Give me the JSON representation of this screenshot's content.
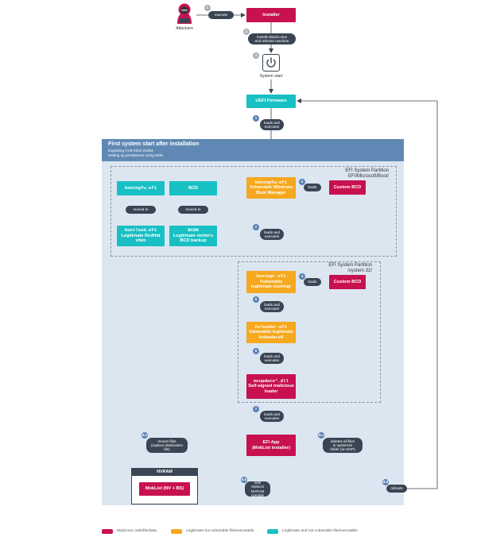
{
  "attackers": {
    "label": "Attackers"
  },
  "step_a": {
    "number": "1",
    "pill": "execute"
  },
  "installer": {
    "label": "Installer"
  },
  "step_b": {
    "number": "2",
    "pill": [
      "installs BlackLotus",
      "and reboots machine"
    ]
  },
  "step_c": {
    "number": "3"
  },
  "system_start": {
    "label": "System start"
  },
  "uefi": {
    "label": "UEFI Firmware"
  },
  "step_1": {
    "number": "1",
    "pill": [
      "loads and",
      "executes"
    ]
  },
  "panel": {
    "title": "First system start after installation",
    "subtitle": [
      "Exploiting CVE-2022-21894",
      "Setting up persistence using MOK"
    ]
  },
  "boot_partition": {
    "title": [
      "EFI System Partition",
      "EFI/Microsoft/Boot/"
    ]
  },
  "system32_partition": {
    "title": [
      "EFI System Partition",
      "/system 32/"
    ]
  },
  "bootmgfw_left": {
    "file": "bootmgfw.efi"
  },
  "bcd_left": {
    "label": "BCD"
  },
  "moved_to_1": {
    "pill": "moved to"
  },
  "moved_to_2": {
    "pill": "moved to"
  },
  "bootload": {
    "file": "bootload.efi",
    "desc": [
      "Legitimate RedHat",
      "shim"
    ]
  },
  "bcdr": {
    "file": "BCDR",
    "desc": [
      "Legitimate victim's",
      "BCD backup"
    ]
  },
  "bootmgfw_main": {
    "file": "bootmgfw.efi",
    "desc": [
      "Vulnerable Windows",
      "Boot Manager"
    ]
  },
  "step_3": {
    "number": "3",
    "pill": "loads"
  },
  "custom_bcd_1": {
    "label": "Custom BCD"
  },
  "step_2b": {
    "number": "2",
    "pill": [
      "loads and",
      "executes"
    ]
  },
  "bootmgr": {
    "file": "bootmgr.efi",
    "desc": [
      "Vulnerable",
      "legitimate bootmgr"
    ]
  },
  "step_4": {
    "number": "4",
    "pill": "loads"
  },
  "custom_bcd_2": {
    "label": "Custom BCD"
  },
  "step_5": {
    "number": "5",
    "pill": [
      "loads and",
      "executes"
    ]
  },
  "hvloader": {
    "file": "hvloader.efi",
    "desc": [
      "Vulnerable legitimate",
      "hvloader.efi"
    ]
  },
  "step_6": {
    "number": "6",
    "pill": [
      "loads and",
      "executes"
    ]
  },
  "mcupdate": {
    "file": "mcupdate*.dll",
    "desc": [
      "Self-signed malicious",
      "loader"
    ]
  },
  "step_7": {
    "number": "7",
    "pill": [
      "loads and",
      "executes"
    ]
  },
  "step_8a": {
    "number": "8.a",
    "pill": [
      "moves files",
      "(replace destination",
      "file)"
    ]
  },
  "efi_app": {
    "title": "EFI App",
    "subtitle": "(MokList installer)"
  },
  "step_8c": {
    "number": "8.c",
    "pill": [
      "deletes all files",
      "in system32",
      "folder (on ESP)"
    ]
  },
  "nvram": {
    "title": "NVRAM",
    "moklist": "MokList (NV + BS)"
  },
  "step_8b": {
    "number": "8.b",
    "pill": [
      "sets MokList",
      "NVRAM",
      "variable"
    ]
  },
  "step_8d": {
    "number": "8.d",
    "pill": "reboots"
  },
  "legend": {
    "malicious": "Malicious code/file/data",
    "vulnerable": "Legitimate but vulnerable file/executable",
    "legitimate": "Legitimate and not vulnerable file/executable"
  },
  "colors": {
    "malicious": "#c8114f",
    "vulnerable": "#f6a81e",
    "legitimate": "#18c0c4",
    "pill": "#3a4553",
    "step": "#5b82b7",
    "panel": "#dce6f1",
    "panel_header": "#5f89b4"
  },
  "icons": {
    "attacker": "hooded-attacker-icon",
    "power": "power-icon"
  }
}
